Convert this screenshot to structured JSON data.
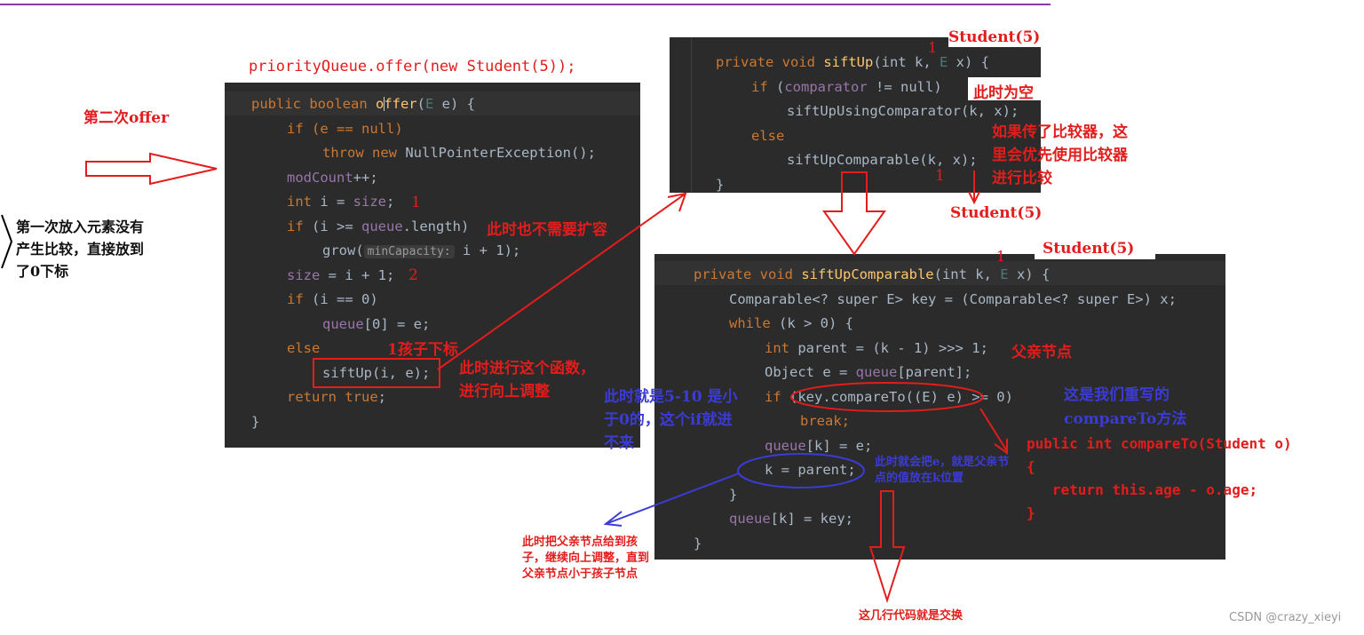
{
  "top_call": "priorityQueue.offer(new Student(5));",
  "second_offer_label": "第二次offer",
  "first_insert_note": "第一次放入元素没有\n产生比较，直接放到\n了0下标",
  "offer_code": {
    "l1_kw": "public boolean ",
    "l1_fn": "offer",
    "l1_rest": "(",
    "l1_gen": "E",
    "l1_end": " e) {",
    "l2": "if (e == null)",
    "l3_kw1": "throw new ",
    "l3_rest": "NullPointerException();",
    "l4_field": "modCount",
    "l4_rest": "++;",
    "l5_kw": "int ",
    "l5_rest": "i = ",
    "l5_field": "size",
    "l5_end": ";",
    "l6_kw": "if ",
    "l6_rest": "(i >= ",
    "l6_field": "queue",
    "l6_end": ".length)",
    "l7_a": "grow(",
    "l7_hint": "minCapacity:",
    "l7_b": " i + 1);",
    "l8_field": "size",
    "l8_rest": " = i + 1;",
    "l9_kw": "if ",
    "l9_rest": "(i == 0)",
    "l10_field": "queue",
    "l10_rest": "[0] = e;",
    "l11": "else",
    "l12": "siftUp(i, e);",
    "l13_kw": "return true",
    "l13_end": ";",
    "l14": "}"
  },
  "offer_annotations": {
    "one": "1",
    "two": "2",
    "no_expand": "此时也不需要扩容",
    "child_index": "1孩子下标",
    "siftup_note": "此时进行这个函数，\n进行向上调整"
  },
  "siftup_code": {
    "l1_kw": "private void ",
    "l1_fn": "siftUp",
    "l1_rest": "(int k, ",
    "l1_gen": "E",
    "l1_end": " x) {",
    "l2_kw": "if ",
    "l2_rest": "(",
    "l2_field": "comparator",
    "l2_end": " != null)",
    "l3": "siftUpUsingComparator(k, x);",
    "l4": "else",
    "l5": "siftUpComparable(k, x);",
    "l6": "}"
  },
  "siftup_annotations": {
    "one_top": "1",
    "student_top": "Student(5)",
    "empty": "此时为空",
    "comparator_note": "如果传了比较器，这\n里会优先使用比较器\n进行比较",
    "one_bottom": "1",
    "student_bottom": "Student(5)"
  },
  "comparable_code": {
    "l1_kw": "private void ",
    "l1_fn": "siftUpComparable",
    "l1_rest": "(int k, ",
    "l1_gen": "E",
    "l1_end": " x) {",
    "l2": "Comparable<? super E> key = (Comparable<? super E>) x;",
    "l3_kw": "while ",
    "l3_rest": "(k > 0) {",
    "l4_kw": "int ",
    "l4_rest": "parent = (k - 1) >>> 1;",
    "l5_a": "Object e = ",
    "l5_field": "queue",
    "l5_b": "[parent];",
    "l6_kw": "if ",
    "l6_rest": "(key.compareTo((E) e) >= 0)",
    "l7": "break;",
    "l8_field": "queue",
    "l8_rest": "[k] = e;",
    "l9": "k = parent;",
    "l10": "}",
    "l11_field": "queue",
    "l11_rest": "[k] = key;",
    "l12": "}"
  },
  "comparable_annotations": {
    "one": "1",
    "student": "Student(5)",
    "parent_node": "父亲节点",
    "compare_note": "此时就是5-10 是小\n于0的，这个if就进\n不来",
    "override_note": "这是我们重写的\ncompareTo方法",
    "compare_impl": "public int compareTo(Student o)\n{\n   return this.age - o.age;\n}",
    "k_parent_note": "此时就会把e，就是父亲节\n点的值放在k位置",
    "child_note": "此时把父亲节点给到孩\n子，继续向上调整，直到\n父亲节点小于孩子节点",
    "swap_note": "这几行代码就是交换"
  },
  "watermark": "CSDN @crazy_xieyi"
}
